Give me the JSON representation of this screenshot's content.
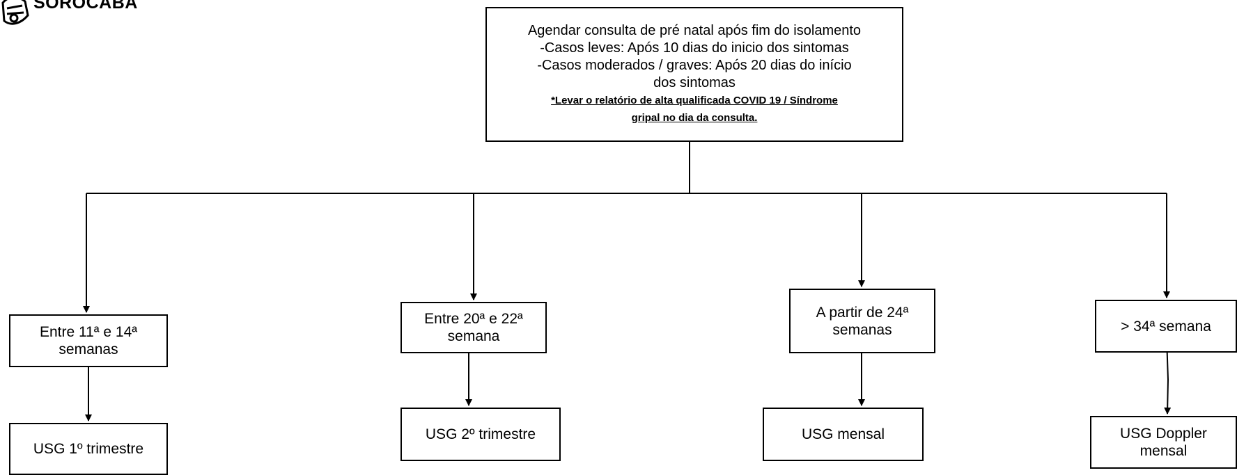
{
  "logo": {
    "text": "SOROCABA",
    "icon": "city-crest-icon"
  },
  "top_box": {
    "lines": [
      "Agendar consulta de pré natal após fim do isolamento",
      "-Casos leves: Após 10 dias do inicio dos sintomas",
      "-Casos moderados / graves: Após 20 dias do início",
      "dos sintomas"
    ],
    "note_lines": [
      "*Levar o relatório de alta qualificada COVID 19 / Síndrome",
      "gripal no dia da consulta."
    ]
  },
  "branches": [
    {
      "label": [
        "Entre 11ª e 14ª",
        "semanas"
      ],
      "result": [
        "USG 1º trimestre"
      ]
    },
    {
      "label": [
        "Entre 20ª e 22ª",
        "semana"
      ],
      "result": [
        "USG 2º trimestre"
      ]
    },
    {
      "label": [
        "A partir de 24ª",
        "semanas"
      ],
      "result": [
        "USG mensal"
      ]
    },
    {
      "label": [
        "> 34ª semana"
      ],
      "result": [
        "USG Doppler",
        "mensal"
      ]
    }
  ]
}
